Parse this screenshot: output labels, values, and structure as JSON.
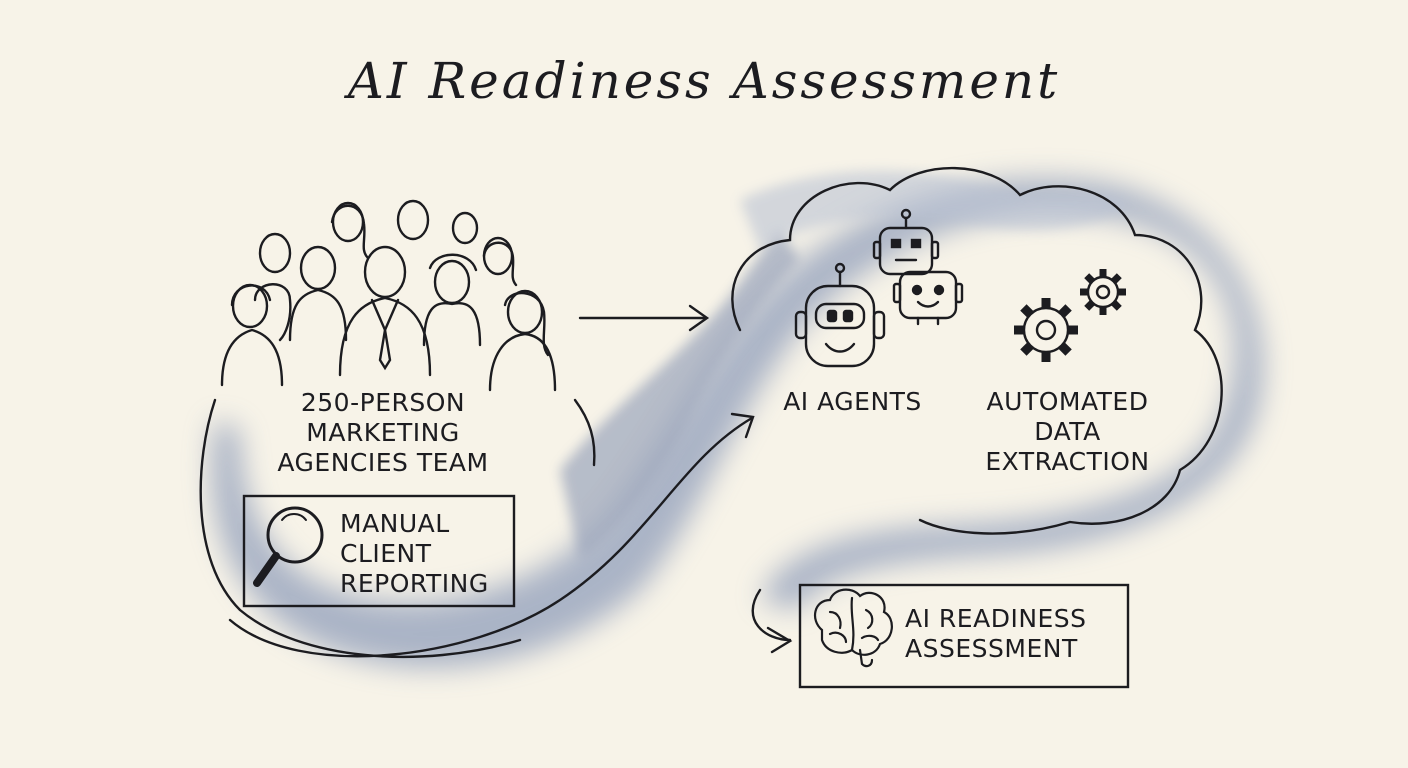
{
  "title": "AI Readiness Assessment",
  "team": {
    "lines": [
      "250-PERSON",
      "MARKETING",
      "AGENCIES TEAM"
    ]
  },
  "manual": {
    "icon": "magnifying-glass-icon",
    "lines": [
      "MANUAL",
      "CLIENT",
      "REPORTING"
    ]
  },
  "agents": {
    "icon": "robot-icon",
    "label": "AI AGENTS"
  },
  "extraction": {
    "icon": "gears-icon",
    "lines": [
      "AUTOMATED",
      "DATA",
      "EXTRACTION"
    ]
  },
  "assessment": {
    "icon": "brain-icon",
    "lines": [
      "AI READINESS",
      "ASSESSMENT"
    ]
  },
  "colors": {
    "ink": "#1c1c20",
    "wash": "#5a6f9c",
    "paper": "#f7f3e8"
  }
}
